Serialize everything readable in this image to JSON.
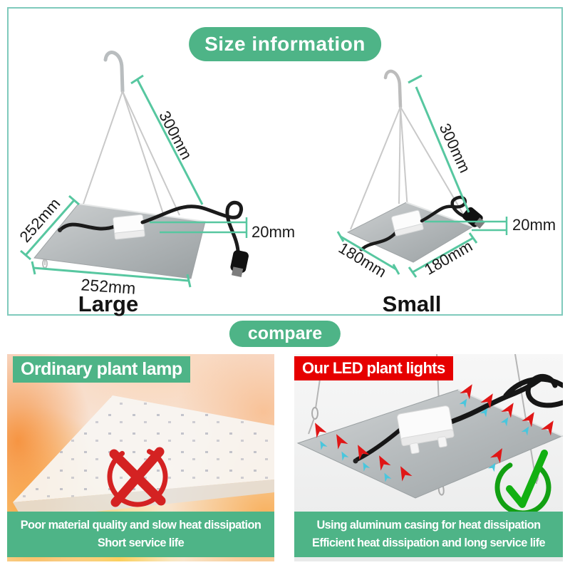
{
  "header": {
    "size_title": "Size information",
    "compare_title": "compare"
  },
  "size_section": {
    "large": {
      "label": "Large",
      "hang_wire": "300mm",
      "side_left": "252mm",
      "side_bottom": "252mm",
      "thickness": "20mm"
    },
    "small": {
      "label": "Small",
      "hang_wire": "300mm",
      "side_left": "180mm",
      "side_right": "180mm",
      "thickness": "20mm"
    }
  },
  "compare": {
    "ordinary": {
      "title": "Ordinary plant lamp",
      "line1": "Poor material quality and slow heat dissipation",
      "line2": "Short service life"
    },
    "ours": {
      "title": "Our LED plant lights",
      "line1": "Using aluminum casing for heat dissipation",
      "line2": "Efficient heat dissipation and long service life"
    }
  },
  "colors": {
    "accent_green": "#4eb487",
    "measure_teal": "#57c7a0",
    "border_teal": "#7fcabc",
    "banner_red": "#e60000",
    "cross_red": "#d42222",
    "check_green": "#12a012",
    "panel_silver": "#b4b8ba",
    "cable_black": "#1b1b1b"
  }
}
